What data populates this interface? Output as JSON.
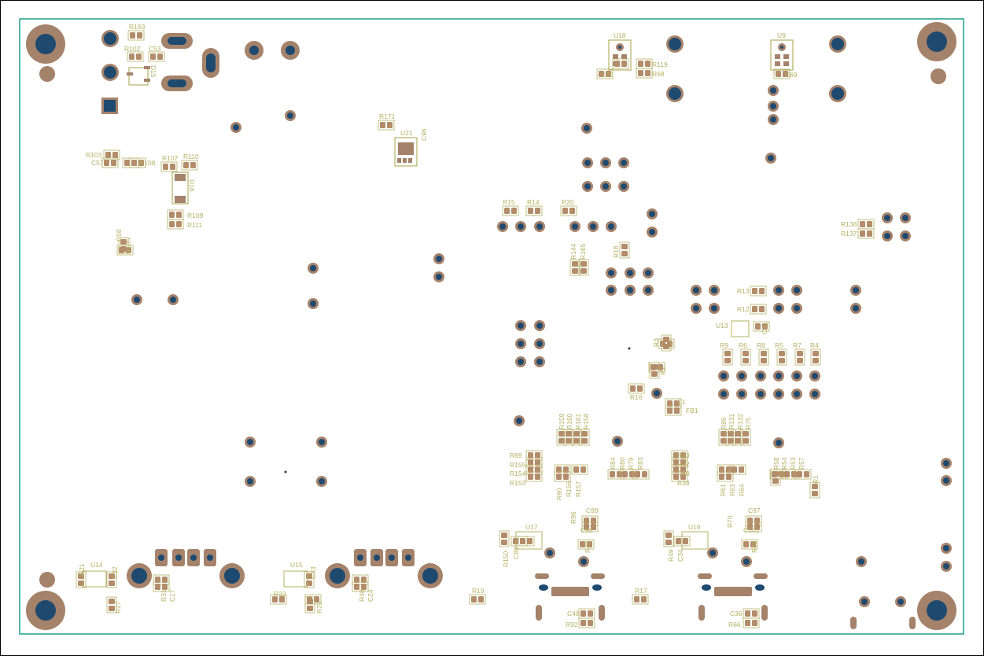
{
  "colors": {
    "outline": "#1f9e8c",
    "pad": "#a5826a",
    "drill": "#1f4a70",
    "silk": "#b5b165",
    "smd": "#b38c6a"
  },
  "refdes": {
    "r163": "R163",
    "r102": "R102",
    "c53": "C53",
    "d15": "D15",
    "u18": "U18",
    "r119": "R119",
    "r68": "R68",
    "c70": "C70",
    "u9": "U9",
    "c69": "C69",
    "r171": "R171",
    "u21": "U21",
    "c96": "C96",
    "r103": "R103",
    "c57": "C57",
    "r108": "R108",
    "r107": "R107",
    "r110": "R110",
    "d16": "D16",
    "r109": "R109",
    "r111": "R111",
    "c58": "C58",
    "r105": "R105",
    "r15": "R15",
    "r14": "R14",
    "r20": "R20",
    "r144": "R144",
    "r165": "R165",
    "r18": "R18",
    "r138": "R138",
    "r137": "R137",
    "r13": "R13",
    "r12": "R12",
    "u13": "U13",
    "c31": "C31",
    "r3": "R3",
    "r2": "R2",
    "r16": "R16",
    "c1": "C1",
    "fb1": "FB1",
    "r9": "R9",
    "r6": "R6",
    "r8": "R8",
    "r5": "R5",
    "r7": "R7",
    "r4": "R4",
    "r159": "R159",
    "r160": "R160",
    "r161": "R161",
    "r158": "R158",
    "r86": "R86",
    "r131": "R131",
    "r132": "R132",
    "r75": "R75",
    "r89": "R89",
    "r155": "R155",
    "r154": "R154",
    "r153": "R153",
    "r90": "R90",
    "r156": "R156",
    "r157": "R157",
    "r84": "R84",
    "r80": "R80",
    "r79": "R79",
    "r83": "R83",
    "r43": "R43",
    "r42": "R42",
    "r60": "R60",
    "r38": "R38",
    "r61": "R61",
    "r63": "R63",
    "r64": "R64",
    "r58": "R58",
    "r54": "R54",
    "r53": "R53",
    "r57": "R57",
    "r1": "R1",
    "r96": "R96",
    "c99": "C99",
    "c98": "C98",
    "r88": "R88",
    "r150": "R150",
    "c89": "C89",
    "u17": "U17",
    "r70": "R70",
    "c97": "C97",
    "c101": "C101",
    "r62": "R62",
    "r49": "R49",
    "c34": "C34",
    "u16": "U16",
    "r21": "R21",
    "u14": "U14",
    "c32": "C32",
    "r27": "R27",
    "r31": "R31",
    "c17": "C17",
    "u15": "U15",
    "c33": "C33",
    "r22": "R22",
    "r29": "R29",
    "r48": "R48",
    "c24": "C24",
    "r19": "R19",
    "r17": "R17",
    "c48": "C48",
    "r92": "R92",
    "c36": "C36",
    "r66": "R66"
  }
}
